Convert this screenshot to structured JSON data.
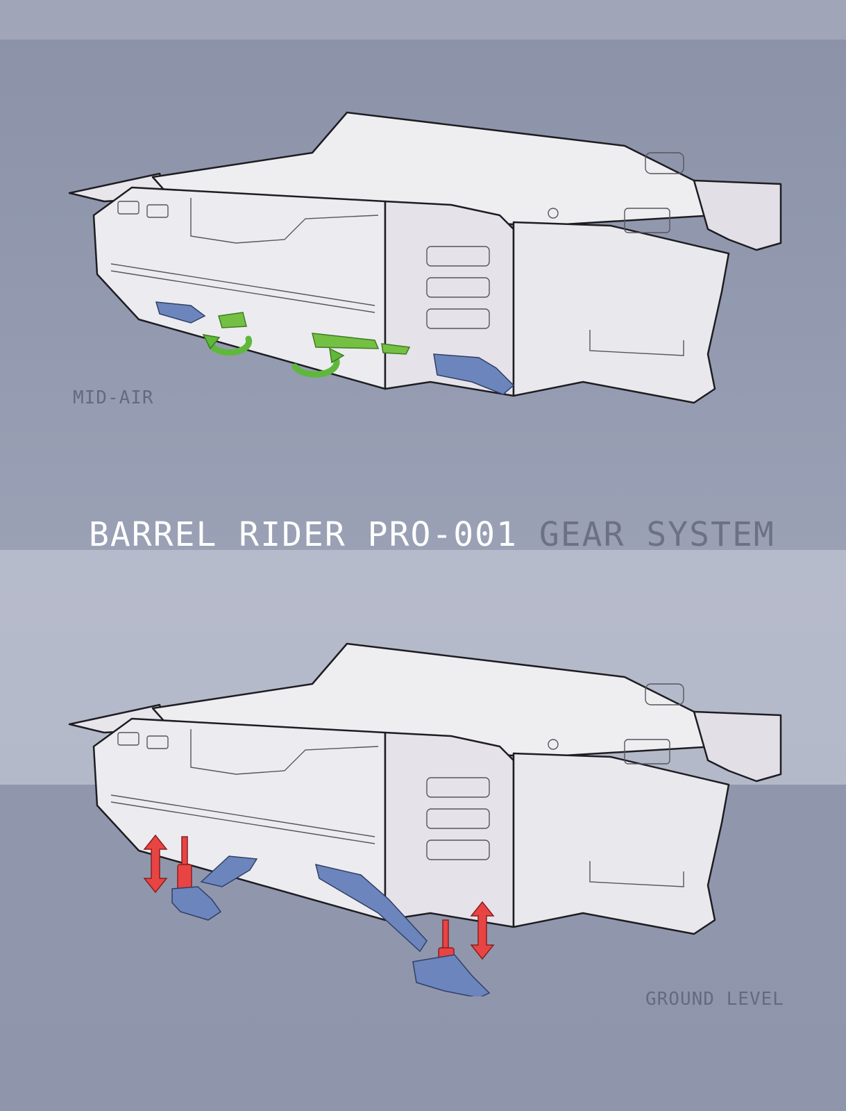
{
  "title": {
    "primary": "BARREL RIDER PRO-001",
    "secondary": "GEAR SYSTEM"
  },
  "views": [
    {
      "label": "MID-AIR",
      "gear_state": "retracting",
      "motion_indicator": "rotate-arrows",
      "indicator_color": "#5fb83c"
    },
    {
      "label": "GROUND LEVEL",
      "gear_state": "deployed",
      "motion_indicator": "up-down-arrows",
      "indicator_color": "#e84444"
    }
  ],
  "colors": {
    "hull": "#e8e6ea",
    "hull_outline": "#1d1d22",
    "landing_gear": "#6d85bd",
    "retract_gear": "#74c043",
    "strut": "#e84444",
    "title_primary": "#ffffff",
    "title_secondary": "#6c7184",
    "label": "#646b80"
  }
}
